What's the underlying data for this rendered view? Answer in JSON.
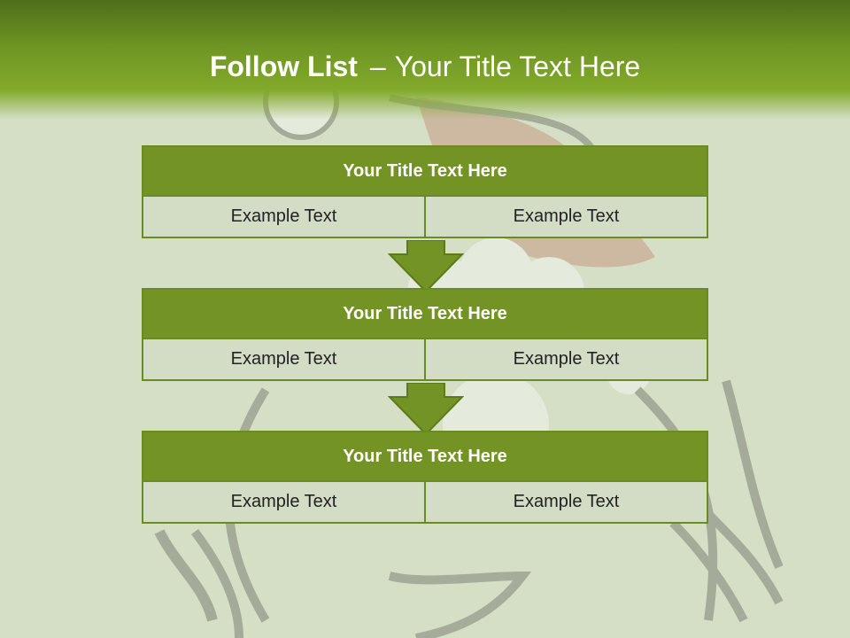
{
  "title": {
    "bold": "Follow List",
    "dash": "–",
    "rest": "Your Title Text Here"
  },
  "blocks": [
    {
      "title": "Your Title Text Here",
      "cells": [
        "Example Text",
        "Example Text"
      ]
    },
    {
      "title": "Your Title Text Here",
      "cells": [
        "Example Text",
        "Example Text"
      ]
    },
    {
      "title": "Your Title Text Here",
      "cells": [
        "Example Text",
        "Example Text"
      ]
    }
  ],
  "colors": {
    "header": "#739424",
    "cell": "#d3dcc5",
    "border": "#6a8a22",
    "background": "#d4dfc6"
  }
}
